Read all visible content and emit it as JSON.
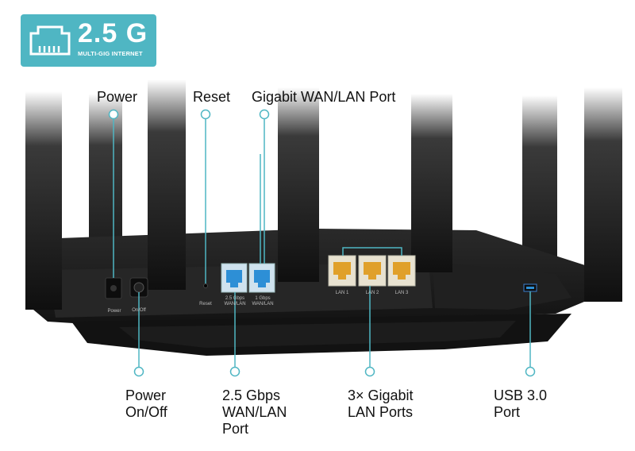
{
  "badge": {
    "title": "2.5 G",
    "subtitle": "MULTI-GIG INTERNET",
    "icon": "ethernet-port-icon",
    "color": "#4fb6c3"
  },
  "callouts_top": {
    "power": "Power",
    "reset": "Reset",
    "gigabit_wan_lan": "Gigabit WAN/LAN Port"
  },
  "callouts_bottom": {
    "power_onoff_l1": "Power",
    "power_onoff_l2": "On/Off",
    "wan_25_l1": "2.5 Gbps",
    "wan_25_l2": "WAN/LAN",
    "wan_25_l3": "Port",
    "lan_l1": "3× Gigabit",
    "lan_l2": "LAN Ports",
    "usb_l1": "USB 3.0",
    "usb_l2": "Port"
  },
  "device_labels": {
    "power": "Power",
    "onoff": "On/Off",
    "reset": "Reset",
    "wan25_l1": "2.5 Gbps",
    "wan25_l2": "WAN/LAN",
    "wan1_l1": "1 Gbps",
    "wan1_l2": "WAN/LAN",
    "lan1": "LAN 1",
    "lan2": "LAN 2",
    "lan3": "LAN 3"
  },
  "colors": {
    "accent": "#4fb6c3",
    "wan_port": "#2d8fd6",
    "lan_port": "#e0a02a",
    "router_body": "#1e1e1e"
  }
}
